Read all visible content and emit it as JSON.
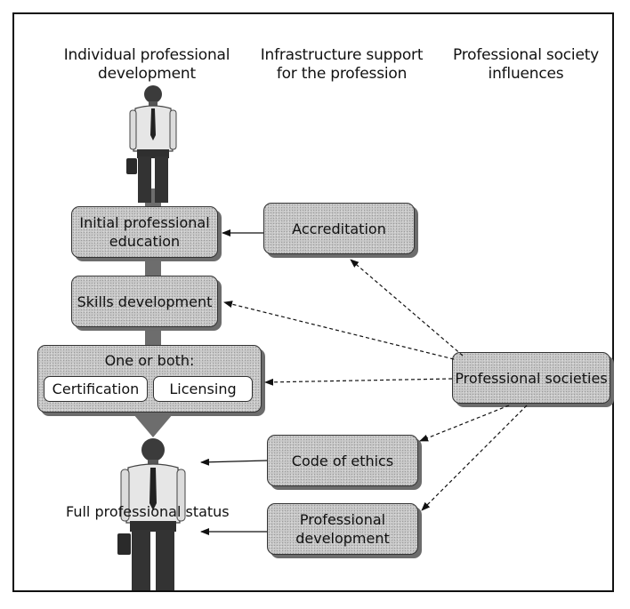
{
  "headers": {
    "individual": "Individual professional development",
    "infrastructure": "Infrastructure support for the profession",
    "society": "Professional society influences"
  },
  "boxes": {
    "initial_education": "Initial professional education",
    "skills": "Skills development",
    "one_or_both": "One or both:",
    "certification": "Certification",
    "licensing": "Licensing",
    "accreditation": "Accreditation",
    "societies": "Professional societies",
    "ethics": "Code of ethics",
    "prof_dev": "Professional development"
  },
  "caption": "Full professional status",
  "icons": {
    "top_figure": "businessman-icon",
    "bottom_figure": "businessman-icon"
  }
}
